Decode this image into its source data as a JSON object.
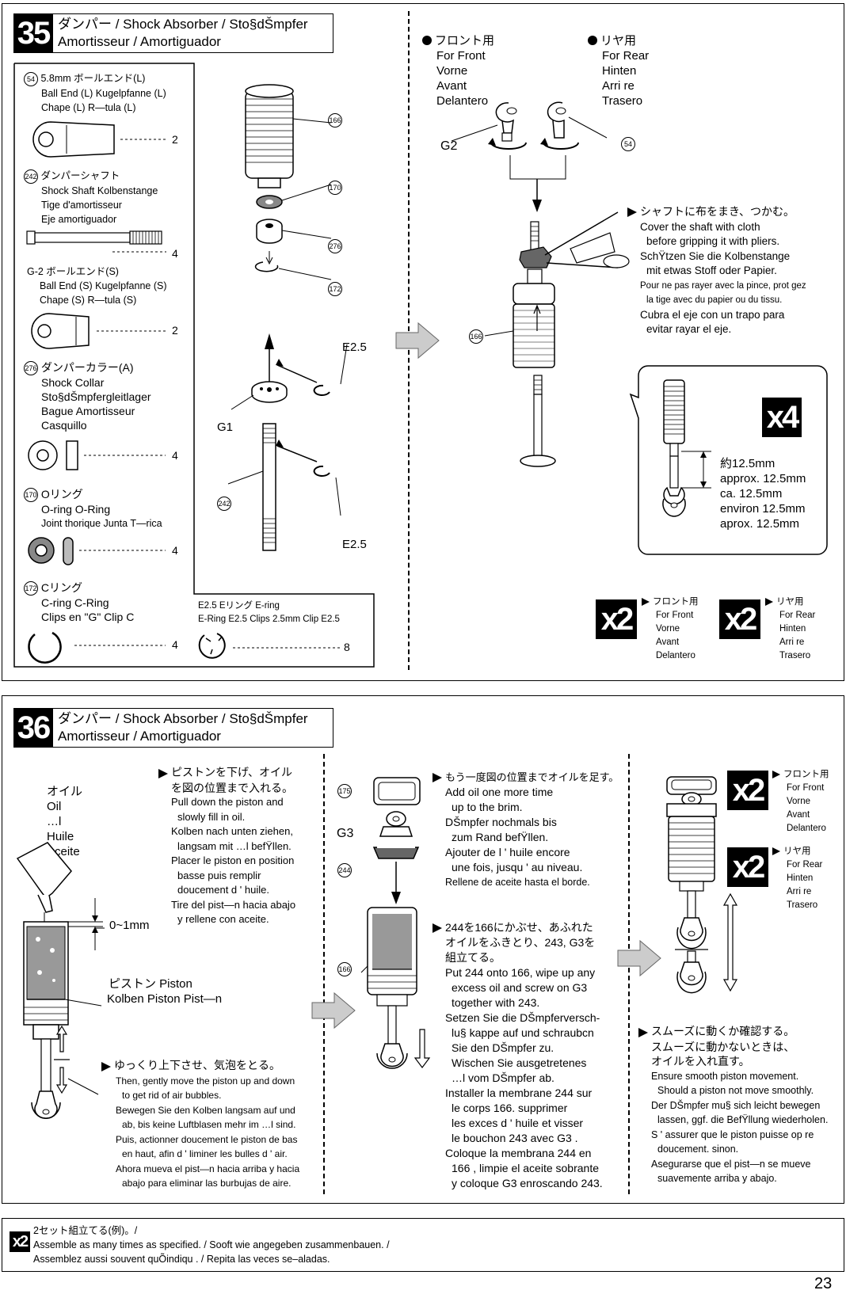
{
  "step35": {
    "number": "35",
    "title_line1": "ダンパー / Shock Absorber / Sto§dŠmpfer",
    "title_line2": "Amortisseur / Amortiguador",
    "parts": [
      {
        "ref": "54",
        "lines": [
          "5.8mm ボールエンド(L)",
          "Ball End (L)  Kugelpfanne (L)",
          "Chape (L)  R—tula (L)"
        ],
        "qty": "2"
      },
      {
        "ref": "242",
        "lines": [
          "ダンパーシャフト",
          "Shock Shaft  Kolbenstange",
          "Tige d'amortisseur",
          "Eje amortiguador"
        ],
        "qty": "4"
      },
      {
        "ref": "G-2",
        "lines": [
          "G-2 ボールエンド(S)",
          "Ball End (S)  Kugelpfanne (S)",
          "Chape (S)  R—tula (S)"
        ],
        "qty": "2"
      },
      {
        "ref": "276",
        "lines": [
          "ダンパーカラー(A)",
          "Shock Collar",
          "Sto§dŠmpfergleitlager",
          "Bague Amortisseur",
          "Casquillo"
        ],
        "qty": "4"
      },
      {
        "ref": "170",
        "lines": [
          "Oリング",
          "O-ring   O-Ring",
          "Joint thorique  Junta T—rica"
        ],
        "qty": "4"
      },
      {
        "ref": "172",
        "lines": [
          "Cリング",
          "C-ring   C-Ring",
          "Clips en \"G\"   Clip C"
        ],
        "qty": "4"
      }
    ],
    "ering": {
      "lines": [
        "E2.5   Eリング   E-ring",
        "E-Ring E2.5  Clips 2.5mm  Clip E2.5"
      ],
      "qty": "8"
    },
    "diagram_labels": {
      "p166": "166",
      "p170": "170",
      "p276": "276",
      "p172": "172",
      "e25a": "E2.5",
      "g1": "G1",
      "p242": "242",
      "e25b": "E2.5"
    },
    "front": [
      "フロント用",
      "For Front",
      "Vorne",
      "Avant",
      "Delantero"
    ],
    "rear": [
      "リヤ用",
      "For Rear",
      "Hinten",
      "Arri re",
      "Trasero"
    ],
    "g2": "G2",
    "p54": "54",
    "p166b": "166",
    "shaft_note": [
      "シャフトに布をまき、つかむ。",
      "Cover the shaft with cloth",
      "before gripping it with pliers.",
      "SchŸtzen Sie die Kolbenstange",
      "mit etwas Stoff oder Papier.",
      "Pour ne pas rayer avec la pince, prot gez",
      "la tige avec du papier ou du tissu.",
      "Cubra el eje con un trapo para",
      "evitar rayar el eje."
    ],
    "x4": "x4",
    "length": [
      "約12.5mm",
      "approx. 12.5mm",
      "ca. 12.5mm",
      "environ 12.5mm",
      "aprox. 12.5mm"
    ],
    "x2": "x2",
    "bottom_front": [
      "フロント用",
      "For Front",
      "Vorne",
      "Avant",
      "Delantero"
    ],
    "bottom_rear": [
      "リヤ用",
      "For Rear",
      "Hinten",
      "Arri re",
      "Trasero"
    ]
  },
  "step36": {
    "number": "36",
    "title_line1": "ダンパー / Shock Absorber / Sto§dŠmpfer",
    "title_line2": "Amortisseur / Amortiguador",
    "oil": [
      "オイル",
      "Oil",
      "…l",
      "Huile",
      "Aceite"
    ],
    "gap": "0~1mm",
    "piston": [
      "ピストン  Piston",
      "Kolben  Piston  Pist—n"
    ],
    "pull_note": [
      "ピストンを下げ、オイル",
      "を図の位置まで入れる。",
      "Pull down the piston and",
      "slowly fill in oil.",
      "Kolben nach unten ziehen,",
      "langsam mit …l befŸllen.",
      "Placer le piston en position",
      "basse puis remplir",
      "doucement d ' huile.",
      "Tire del pist—n hacia abajo",
      "y rellene con aceite."
    ],
    "move_note": [
      "ゆっくり上下させ、気泡をとる。",
      "Then, gently move the piston up and down",
      "to get rid of air bubbles.",
      "Bewegen Sie den Kolben langsam auf und",
      "ab, bis keine Luftblasen mehr im …l sind.",
      "Puis, actionner doucement le piston de bas",
      "en haut, afin d ' liminer les bulles d ' air.",
      "Ahora mueva el pist—n hacia arriba y hacia",
      "abajo para eliminar las burbujas de aire."
    ],
    "labels": {
      "p175": "175",
      "g3": "G3",
      "p244": "244",
      "p166": "166"
    },
    "refill_note": [
      "もう一度図の位置までオイルを足す。",
      "Add oil one more time",
      "up to the brim.",
      "DŠmpfer nochmals bis",
      "zum Rand befŸllen.",
      "Ajouter de l ' huile encore",
      "une fois, jusqu ' au niveau.",
      "Rellene de aceite hasta el borde."
    ],
    "cap_note": [
      "244を166にかぶせ、あふれた",
      "オイルをふきとり、243, G3を",
      "組立てる。",
      "Put 244 onto 166, wipe up any",
      "excess oil and screw on G3",
      "together with 243.",
      "Setzen Sie die DŠmpferversch-",
      "lu§ kappe auf und schraubcn",
      "Sie den DŠmpfer zu.",
      "Wischen Sie ausgetretenes",
      "…l vom DŠmpfer ab.",
      "Installer la membrane 244 sur",
      "le corps 166. supprimer",
      "les exces d ' huile et visser",
      "le bouchon 243 avec G3 .",
      "Coloque la membrana 244 en",
      "166 , limpie el aceite sobrante",
      "y coloque G3 enroscando 243."
    ],
    "smooth_note": [
      "スムーズに動くか確認する。",
      "スムーズに動かないときは、",
      "オイルを入れ直す。",
      "Ensure smooth piston movement.",
      "Should a piston not move smoothly.",
      "Der DŠmpfer mu§ sich leicht bewegen",
      "lassen, ggf. die BefŸllung wiederholen.",
      "S ' assurer que le piston puisse op re",
      "doucement. sinon.",
      "Asegurarse que el pist—n se mueve",
      "suavemente arriba y abajo."
    ],
    "x2": "x2",
    "front": [
      "フロント用",
      "For Front",
      "Vorne",
      "Avant",
      "Delantero"
    ],
    "rear": [
      "リヤ用",
      "For Rear",
      "Hinten",
      "Arri re",
      "Trasero"
    ]
  },
  "footer": {
    "badge": "x2",
    "lines": [
      "2セット組立てる(例)。/",
      "Assemble as many times as specified. / Sooft wie angegeben zusammenbauen. /",
      "Assemblez aussi souvent quÕindiqu . / Repita las veces se–aladas."
    ]
  },
  "page_number": "23"
}
